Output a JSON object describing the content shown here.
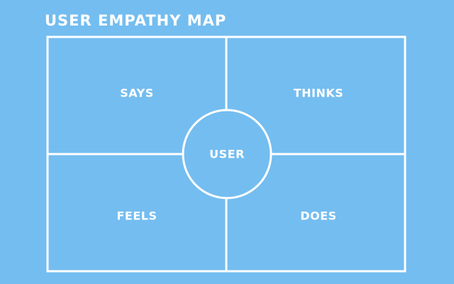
{
  "diagram": {
    "title": "USER EMPATHY MAP",
    "quadrants": {
      "top_left": "SAYS",
      "top_right": "THINKS",
      "bottom_left": "FEELS",
      "bottom_right": "DOES"
    },
    "center": "USER"
  },
  "colors": {
    "background": "#74bdf0",
    "lines": "#ffffff",
    "text": "#ffffff"
  }
}
